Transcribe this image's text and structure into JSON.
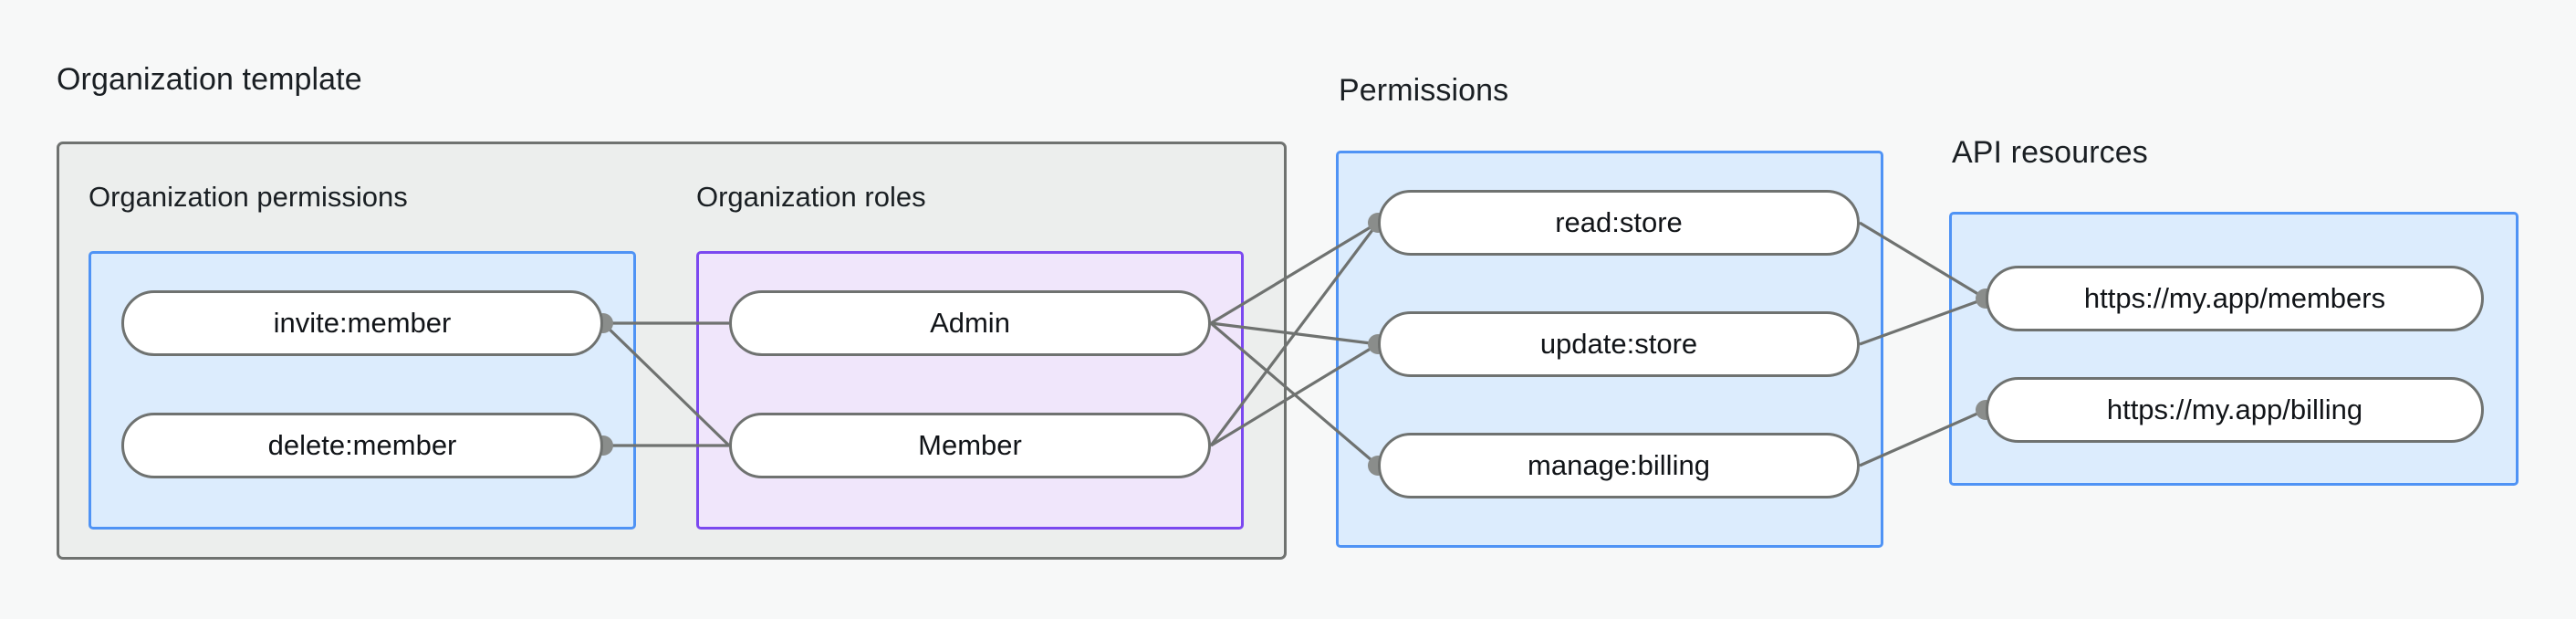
{
  "groups": {
    "org_template": {
      "title": "Organization template"
    },
    "org_permissions": {
      "title": "Organization permissions"
    },
    "org_roles": {
      "title": "Organization roles"
    },
    "permissions": {
      "title": "Permissions"
    },
    "api_resources": {
      "title": "API resources"
    }
  },
  "nodes": {
    "org_permissions": [
      {
        "id": "invite-member",
        "label": "invite:member"
      },
      {
        "id": "delete-member",
        "label": "delete:member"
      }
    ],
    "org_roles": [
      {
        "id": "admin",
        "label": "Admin"
      },
      {
        "id": "member",
        "label": "Member"
      }
    ],
    "permissions": [
      {
        "id": "read-store",
        "label": "read:store"
      },
      {
        "id": "update-store",
        "label": "update:store"
      },
      {
        "id": "manage-billing",
        "label": "manage:billing"
      }
    ],
    "api_resources": [
      {
        "id": "members-url",
        "label": "https://my.app/members"
      },
      {
        "id": "billing-url",
        "label": "https://my.app/billing"
      }
    ]
  },
  "edges": [
    {
      "from": "invite-member",
      "to": "admin"
    },
    {
      "from": "invite-member",
      "to": "member"
    },
    {
      "from": "delete-member",
      "to": "member"
    },
    {
      "from": "admin",
      "to": "read-store"
    },
    {
      "from": "admin",
      "to": "update-store"
    },
    {
      "from": "admin",
      "to": "manage-billing"
    },
    {
      "from": "member",
      "to": "read-store"
    },
    {
      "from": "member",
      "to": "update-store"
    },
    {
      "from": "read-store",
      "to": "members-url"
    },
    {
      "from": "update-store",
      "to": "members-url"
    },
    {
      "from": "manage-billing",
      "to": "billing-url"
    }
  ],
  "colors": {
    "page_background": "#f7f8f8",
    "container_fill": "#eceeed",
    "container_border": "#6f7270",
    "blue_fill": "#dcecfd",
    "blue_border": "#4f93f5",
    "purple_fill": "#f0e6fb",
    "purple_border": "#7b48f0",
    "node_fill": "#ffffff",
    "node_border": "#6f7270",
    "edge_stroke": "#6f7270",
    "edge_dot": "#8a8d8b",
    "text": "#1a1f23"
  }
}
